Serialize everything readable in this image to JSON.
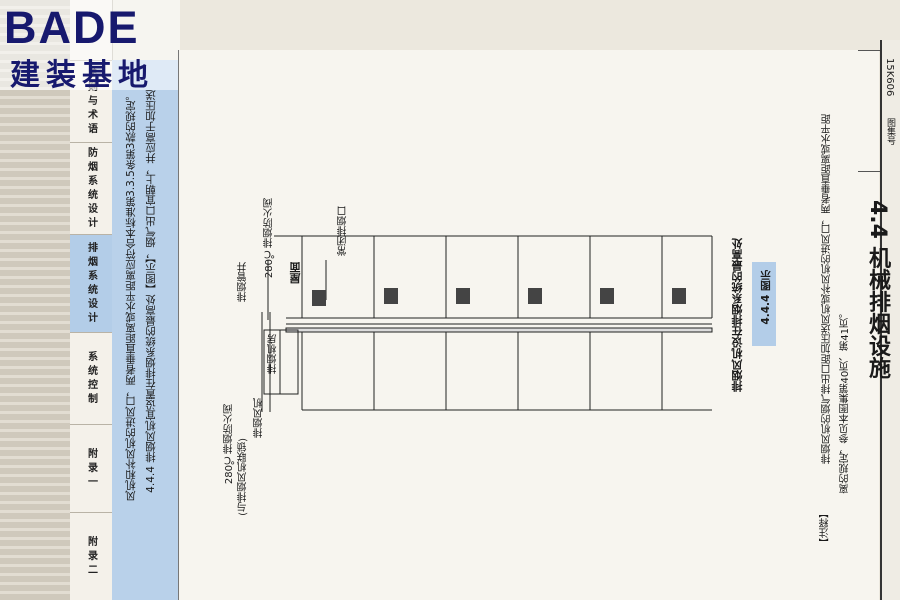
{
  "logo": {
    "brand": "BADE",
    "sub": "建装基地"
  },
  "tabs": [
    {
      "label": "总则与术语",
      "active": false
    },
    {
      "label": "防烟系统设计",
      "active": false
    },
    {
      "label": "排烟系统设计",
      "active": true
    },
    {
      "label": "系统控制",
      "active": false
    },
    {
      "label": "附录一",
      "active": false
    },
    {
      "label": "附录二",
      "active": false
    }
  ],
  "clause": {
    "lines": [
      "4.4.4  排烟风机宜设置在排烟系统的最高处【图示】，烟气出口宜朝上，并应高于加压送",
      "风机和补风机的进风口，两者垂直距离或水平距离应符合本标准第3.3.5条第3款的规定。"
    ]
  },
  "drawing": {
    "roof": "屋面",
    "shaft": "排烟管井",
    "valve_280_top": "280℃排烟防火阀",
    "outlet": "常闭排烟口",
    "fan_room": "排烟机房",
    "fan": "排烟风机",
    "valve_280_bottom": "280℃排烟防火阀",
    "interlock": "(与排烟风机联锁)"
  },
  "figure": {
    "caption": "排烟风机设在排烟系统的最高处",
    "label": "4.4.4  图示"
  },
  "notes": {
    "heading": "【注释】",
    "lines": [
      "排烟风机的烟气排出口距加压送风机或补风机的进风口，两者垂直距离或水平距",
      "离的规定，参见本图集第40页、第41页。"
    ]
  },
  "title_block": {
    "section": "4.4  机械排烟设施",
    "atlas_label": "图集号",
    "atlas_no": "15K606"
  },
  "colors": {
    "accent": "#b3cde8",
    "line": "#222222",
    "logo": "#17196e"
  }
}
